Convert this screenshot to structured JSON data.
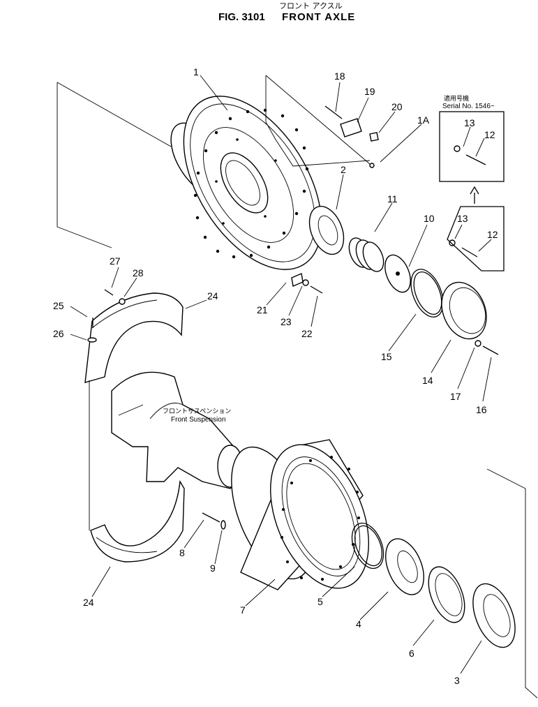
{
  "title": {
    "japanese": "フロント アクスル",
    "figure": "FIG. 3101",
    "name": "FRONT  AXLE"
  },
  "serial_box": {
    "japanese": "適用号機",
    "serial": "Serial  No. 1546~"
  },
  "callout": {
    "japanese": "フロントサスペンション",
    "english": "Front Suspension"
  },
  "part_labels": {
    "p1": "1",
    "p1A": "1A",
    "p2": "2",
    "p3": "3",
    "p4": "4",
    "p5": "5",
    "p6": "6",
    "p7": "7",
    "p8": "8",
    "p9": "9",
    "p10": "10",
    "p11": "11",
    "p12a": "12",
    "p12b": "12",
    "p13a": "13",
    "p13b": "13",
    "p14": "14",
    "p15": "15",
    "p16": "16",
    "p17": "17",
    "p18": "18",
    "p19": "19",
    "p20": "20",
    "p21": "21",
    "p22": "22",
    "p23": "23",
    "p24a": "24",
    "p24b": "24",
    "p25": "25",
    "p26": "26",
    "p27": "27",
    "p28": "28"
  }
}
